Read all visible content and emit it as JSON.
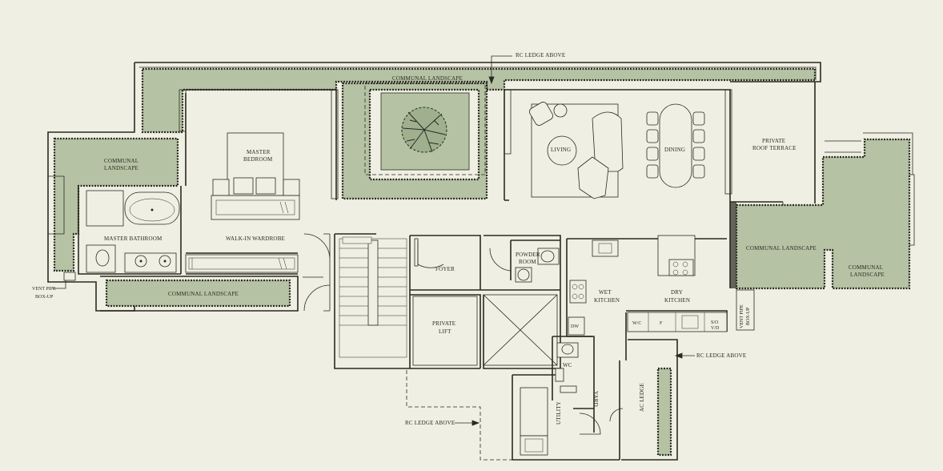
{
  "labels": {
    "rc_ledge_top": "RC LEDGE ABOVE",
    "rc_ledge_right": "RC LEDGE ABOVE",
    "rc_ledge_bottom": "RC LEDGE ABOVE",
    "communal_top": "COMMUNAL LANDSCAPE",
    "communal_left_1": "COMMUNAL",
    "communal_left_2": "LANDSCAPE",
    "communal_bottom": "COMMUNAL LANDSCAPE",
    "communal_right_center": "COMMUNAL LANDSCAPE",
    "communal_right_1": "COMMUNAL",
    "communal_right_2": "LANDSCAPE",
    "master_bedroom_1": "MASTER",
    "master_bedroom_2": "BEDROOM",
    "master_bathroom": "MASTER BATHROOM",
    "walk_in_wardrobe": "WALK-IN WARDROBE",
    "living": "LIVING",
    "dining": "DINING",
    "private_roof_terrace_1": "PRIVATE",
    "private_roof_terrace_2": "ROOF TERRACE",
    "foyer": "FOYER",
    "powder_room_1": "POWDER",
    "powder_room_2": "ROOM",
    "private_lift_1": "PRIVATE",
    "private_lift_2": "LIFT",
    "wet_kitchen_1": "WET",
    "wet_kitchen_2": "KITCHEN",
    "dry_kitchen_1": "DRY",
    "dry_kitchen_2": "KITCHEN",
    "dw": "DW",
    "wc_cab": "W/C",
    "fridge": "F",
    "sv_1": "S/O",
    "sv_2": "V/D",
    "vent_pipe_left_1": "VENT PIPE",
    "vent_pipe_left_2": "BOX-UP",
    "vent_pipe_right_1": "VENT PIPE",
    "vent_pipe_right_2": "BOX-UP",
    "wc": "WC",
    "yard": "YARD",
    "utility": "UTILITY",
    "ac_ledge": "AC LEDGE"
  },
  "colors": {
    "background": "#efefe3",
    "planting": "#b5c3a4",
    "line": "#2a2a20"
  }
}
